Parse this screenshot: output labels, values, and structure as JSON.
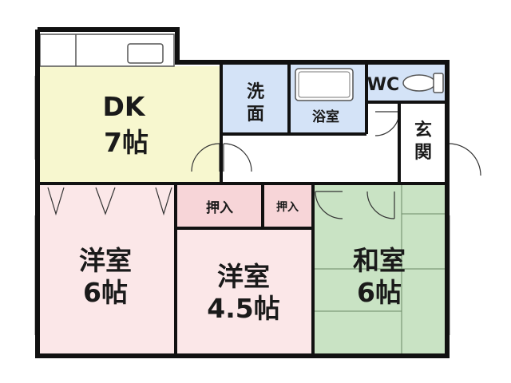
{
  "rooms": {
    "dk": {
      "line1": "DK",
      "line2": "7帖",
      "color": "#f7f7cf"
    },
    "senmen": {
      "line1": "洗",
      "line2": "面",
      "color": "#d4e3f7"
    },
    "yokushitsu": {
      "label": "浴室",
      "color": "#d4e3f7"
    },
    "wc": {
      "label": "WC",
      "color": "#d4e3f7"
    },
    "genkan": {
      "line1": "玄",
      "line2": "関",
      "color": "#ffffff"
    },
    "oshiire1": {
      "label": "押入",
      "color": "#f7d5d8"
    },
    "oshiire2": {
      "label": "押入",
      "color": "#f7d5d8"
    },
    "yoshitsu6": {
      "line1": "洋室",
      "line2": "6帖",
      "color": "#fbe7e8"
    },
    "yoshitsu45": {
      "line1": "洋室",
      "line2": "4.5帖",
      "color": "#fbe7e8"
    },
    "washitsu": {
      "line1": "和室",
      "line2": "6帖",
      "color": "#c9e3c4"
    }
  },
  "colors": {
    "wall": "#111111",
    "fixture": "#555555"
  }
}
